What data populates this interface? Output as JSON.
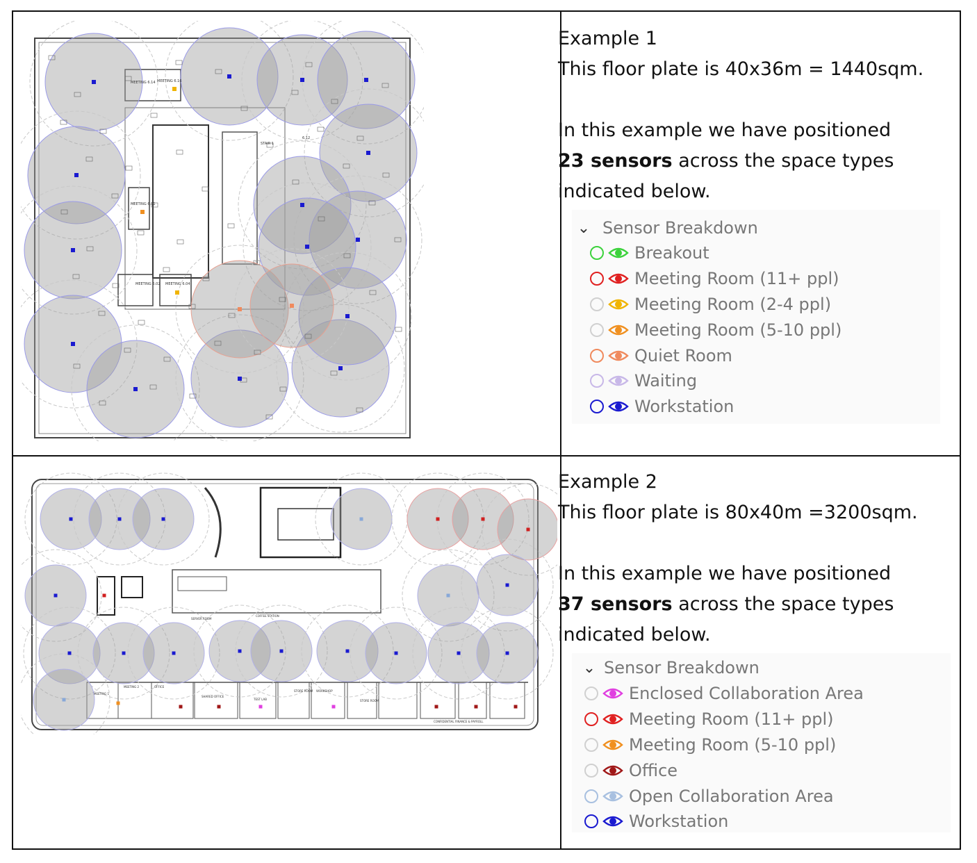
{
  "example1": {
    "heading": "Example 1",
    "area_line": "This floor plate is 40x36m = 1440sqm.",
    "intro": "In this example we have positioned",
    "sensor_count": "23 sensors",
    "suffix": "across the space types",
    "ending": "indicated below.",
    "legend": {
      "title": "Sensor Breakdown",
      "items": [
        {
          "label": "Breakout",
          "ring": "#3cd23c",
          "eye": "#3cd23c"
        },
        {
          "label": "Meeting Room (11+ ppl)",
          "ring": "#e02020",
          "eye": "#e02020"
        },
        {
          "label": "Meeting Room (2-4 ppl)",
          "ring": "#d0d0d0",
          "eye": "#f0b400"
        },
        {
          "label": "Meeting Room (5-10 ppl)",
          "ring": "#d0d0d0",
          "eye": "#f09020"
        },
        {
          "label": "Quiet Room",
          "ring": "#f08a5d",
          "eye": "#f08a5d"
        },
        {
          "label": "Waiting",
          "ring": "#c8b8e8",
          "eye": "#c8b8e8"
        },
        {
          "label": "Workstation",
          "ring": "#1a1ad0",
          "eye": "#1a1ad0"
        }
      ]
    },
    "plan_labels": [
      "MEETING 6.14",
      "MEETING 6.16",
      "STAIR 1",
      "6.12",
      "MEETING 6.01",
      "MEETING 6.02",
      "MEETING 6.04"
    ]
  },
  "example2": {
    "heading": "Example 2",
    "area_line": "This floor plate is 80x40m =3200sqm.",
    "intro": "In this example we have positioned",
    "sensor_count": "37 sensors",
    "suffix": "across the space types",
    "ending": "indicated below.",
    "legend": {
      "title": "Sensor Breakdown",
      "items": [
        {
          "label": "Enclosed Collaboration Area",
          "ring": "#d0d0d0",
          "eye": "#e040e0"
        },
        {
          "label": "Meeting Room (11+ ppl)",
          "ring": "#e02020",
          "eye": "#e02020"
        },
        {
          "label": "Meeting Room (5-10 ppl)",
          "ring": "#d0d0d0",
          "eye": "#f09020"
        },
        {
          "label": "Office",
          "ring": "#d0d0d0",
          "eye": "#a01818"
        },
        {
          "label": "Open Collaboration Area",
          "ring": "#a8c0e0",
          "eye": "#a8c0e0"
        },
        {
          "label": "Workstation",
          "ring": "#1a1ad0",
          "eye": "#1a1ad0"
        }
      ]
    },
    "plan_labels": [
      "MEETING 1",
      "MEETING 2",
      "OFFICE",
      "SHARED OFFICE",
      "TEST LAB",
      "STORE ROOM",
      "WORKSHOP",
      "STORE ROOM",
      "CONFIDENTIAL FINANCE & PAYROLL",
      "COFFEE STATION",
      "SERVER ROOM"
    ]
  }
}
